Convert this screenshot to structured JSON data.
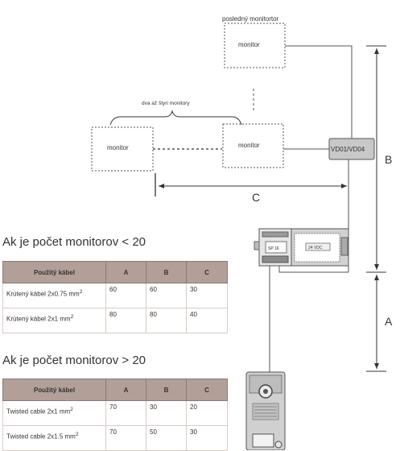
{
  "diagram": {
    "last_monitor_caption": "posledný monitortor",
    "monitor_label": "monitor",
    "group_caption": "dva až štyri monitory",
    "distributor_label": "VD01/VD04",
    "power_supply_label": "24 VDC",
    "door_unit_label": "SP 16",
    "dim_a": "A",
    "dim_b": "B",
    "dim_c": "C"
  },
  "table_less": {
    "heading": "Ak je počet monitorov < 20",
    "headers": [
      "Použitý kábel",
      "A",
      "B",
      "C"
    ],
    "rows": [
      {
        "cable": "Krútený kábel 2x0.75 mm",
        "sup": "2",
        "a": "60",
        "b": "60",
        "c": "30"
      },
      {
        "cable": "Krútený kábel 2x1 mm",
        "sup": "2",
        "a": "80",
        "b": "80",
        "c": "40"
      }
    ]
  },
  "table_more": {
    "heading": "Ak je počet monitorov > 20",
    "headers": [
      "Použitý kábel",
      "A",
      "B",
      "C"
    ],
    "rows": [
      {
        "cable": "Twisted cable 2x1 mm",
        "sup": "2",
        "a": "70",
        "b": "30",
        "c": "20"
      },
      {
        "cable": "Twisted cable 2x1.5 mm",
        "sup": "2",
        "a": "70",
        "b": "50",
        "c": "30"
      }
    ]
  }
}
